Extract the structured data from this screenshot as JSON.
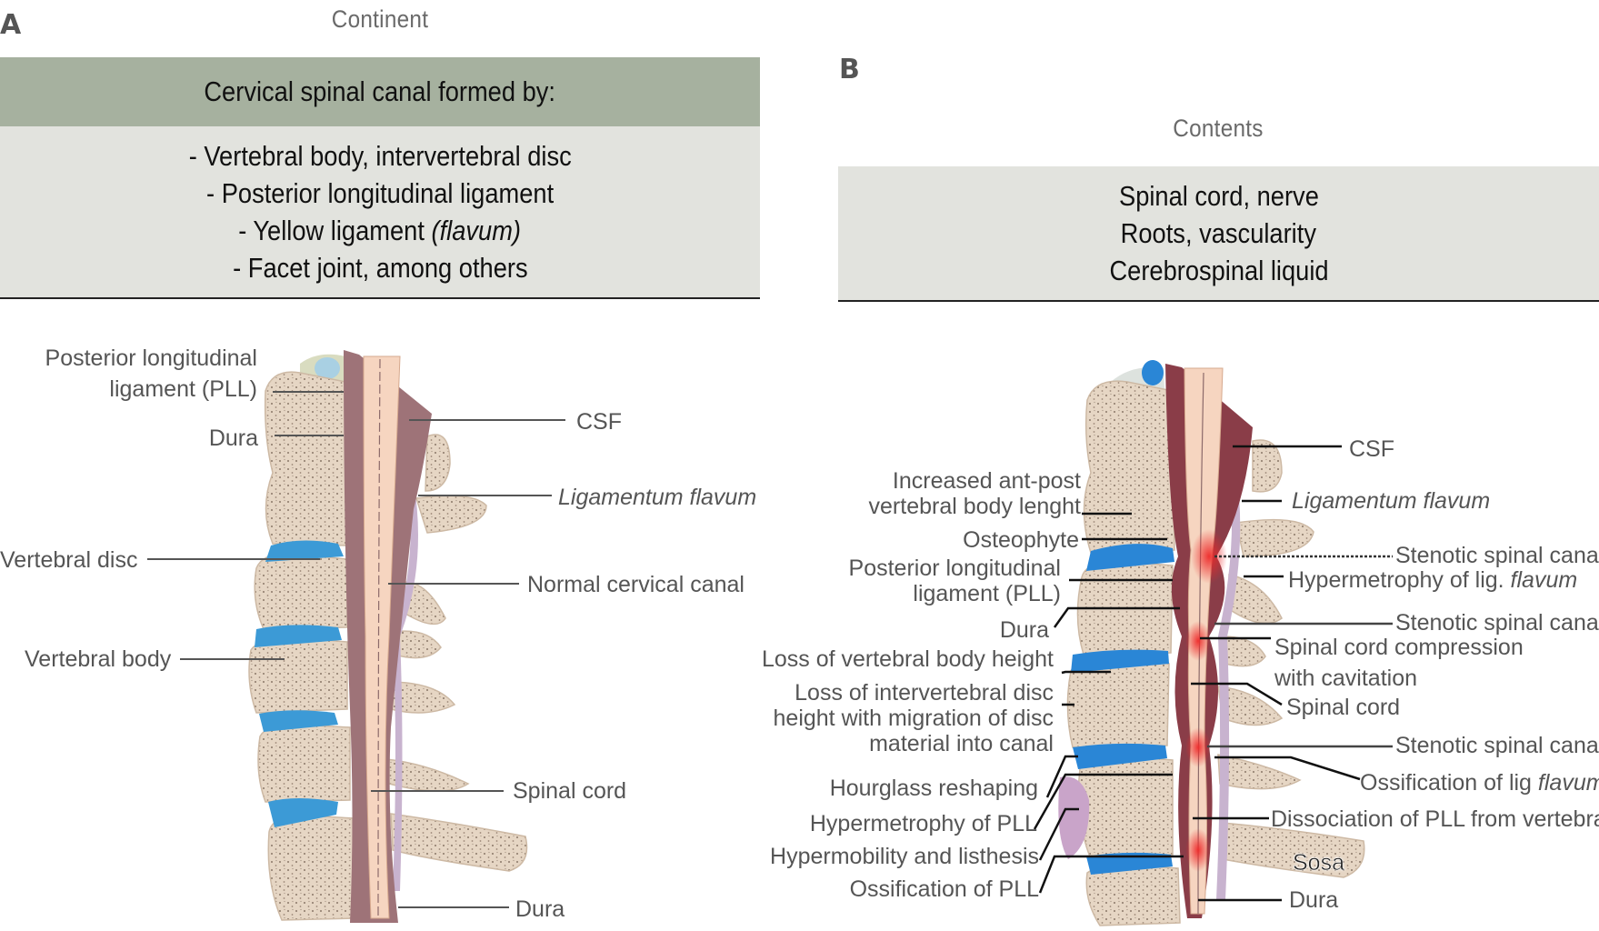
{
  "panel_a": {
    "letter": "A",
    "title": "Continent",
    "box_header": "Cervical spinal canal formed by:",
    "box_items": [
      "- Vertebral body, intervertebral disc",
      "- Posterior longitudinal ligament",
      "- Yellow ligament ",
      "- Facet joint, among others"
    ],
    "box_item_italic": "(flavum)",
    "labels": {
      "pll_line1": "Posterior longitudinal",
      "pll_line2": "ligament (PLL)",
      "dura_top": "Dura",
      "vertebral_disc": "Vertebral disc",
      "vertebral_body": "Vertebral body",
      "csf": "CSF",
      "ligamentum_flavum": "Ligamentum flavum",
      "normal_canal": "Normal cervical canal",
      "spinal_cord": "Spinal cord",
      "dura_bottom": "Dura"
    }
  },
  "panel_b": {
    "letter": "B",
    "title": "Contents",
    "box_lines": [
      "Spinal cord, nerve",
      "Roots, vascularity",
      "Cerebrospinal liquid"
    ],
    "left_labels": {
      "increased_line1": "Increased ant-post",
      "increased_line2": "vertebral body lenght",
      "osteophyte": "Osteophyte",
      "pll_line1": "Posterior longitudinal",
      "pll_line2": "ligament (PLL)",
      "dura": "Dura",
      "loss_height": "Loss of vertebral body height",
      "loss_disc_line1": "Loss of intervertebral disc",
      "loss_disc_line2": "height with migration of disc",
      "loss_disc_line3": "material into canal",
      "hourglass": "Hourglass reshaping",
      "hyper_pll": "Hypermetrophy of PLL",
      "hypermobility": "Hypermobility and listhesis",
      "ossification_pll": "Ossification of PLL"
    },
    "right_labels": {
      "csf": "CSF",
      "ligamentum_flavum": "Ligamentum flavum",
      "stenotic_1": "Stenotic spinal canal",
      "hyper_flavum_prefix": "Hypermetrophy of lig. ",
      "hyper_flavum_italic": "flavum",
      "stenotic_2": "Stenotic spinal canal",
      "compression_line1": "Spinal cord compression",
      "compression_line2": "with cavitation",
      "spinal_cord": "Spinal cord",
      "stenotic_3": "Stenotic spinal canal",
      "ossification_flavum_prefix": "Ossification of lig ",
      "ossification_flavum_italic": "flavum",
      "dissociation": "Dissociation of PLL from vertebra",
      "sosa": "Sosa",
      "dura": "Dura"
    }
  },
  "colors": {
    "header_green": "#a6b19f",
    "box_gray": "#e2e3de",
    "bone": "#e6d6c4",
    "disc_blue": "#3c9ad6",
    "dura_mauve": "#9e7378",
    "cord_peach": "#f6d5c0",
    "ligament_lilac": "#c8b3cf",
    "stenosis_red": "#e83a3a"
  }
}
